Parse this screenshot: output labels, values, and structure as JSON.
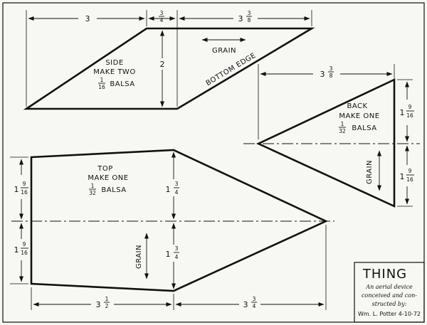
{
  "side": {
    "name": "SIDE",
    "qty": "MAKE TWO",
    "thk_num": "1",
    "thk_den": "16",
    "material": "BALSA",
    "grain": "GRAIN",
    "edge_note": "BOTTOM EDGE",
    "dims": {
      "left_w": "3",
      "mid_w_num": "3",
      "mid_w_den": "4",
      "right_w_whole": "3",
      "right_w_num": "3",
      "right_w_den": "8",
      "height": "2"
    }
  },
  "back": {
    "name": "BACK",
    "qty": "MAKE ONE",
    "thk_num": "1",
    "thk_den": "32",
    "material": "BALSA",
    "grain": "GRAIN",
    "dims": {
      "w_whole": "3",
      "w_num": "3",
      "w_den": "8",
      "upper_whole": "1",
      "upper_num": "9",
      "upper_den": "16",
      "lower_whole": "1",
      "lower_num": "9",
      "lower_den": "16"
    }
  },
  "top": {
    "name": "TOP",
    "qty": "MAKE ONE",
    "thk_num": "1",
    "thk_den": "32",
    "material": "BALSA",
    "grain": "GRAIN",
    "dims": {
      "left_upper_whole": "1",
      "left_upper_num": "9",
      "left_upper_den": "16",
      "left_lower_whole": "1",
      "left_lower_num": "9",
      "left_lower_den": "16",
      "right_upper_whole": "1",
      "right_upper_num": "3",
      "right_upper_den": "4",
      "right_lower_whole": "1",
      "right_lower_num": "3",
      "right_lower_den": "4",
      "bottom_left_whole": "3",
      "bottom_left_num": "1",
      "bottom_left_den": "2",
      "bottom_right_whole": "3",
      "bottom_right_num": "3",
      "bottom_right_den": "4"
    }
  },
  "titleblock": {
    "title": "THING",
    "line1": "An aerial device",
    "line2": "conceived and con-",
    "line3": "structed by:",
    "signature": "Wm. L. Potter  4-10-72"
  }
}
